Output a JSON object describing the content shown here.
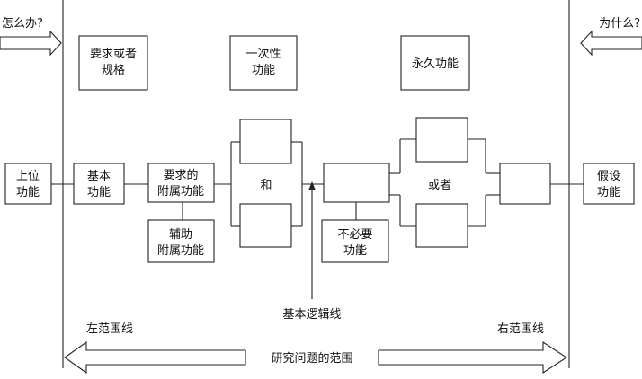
{
  "top_left_question": "怎么办?",
  "top_right_question": "为什么?",
  "top_boxes": {
    "spec": [
      "要求或者",
      "规格"
    ],
    "once": [
      "一次性",
      "功能"
    ],
    "permanent": [
      "永久功能"
    ]
  },
  "chain": {
    "higher": [
      "上位",
      "功能"
    ],
    "basic": [
      "基本",
      "功能"
    ],
    "required_secondary": [
      "要求的",
      "附属功能"
    ],
    "auxiliary": [
      "辅助",
      "附属功能"
    ],
    "and_label": "和",
    "or_label": "或者",
    "unnecessary": [
      "不必要",
      "功能"
    ],
    "assumed": [
      "假设",
      "功能"
    ]
  },
  "basic_logic_line": "基本逻辑线",
  "left_scope_line": "左范围线",
  "right_scope_line": "右范围线",
  "scope_label": "研究问题的范围"
}
